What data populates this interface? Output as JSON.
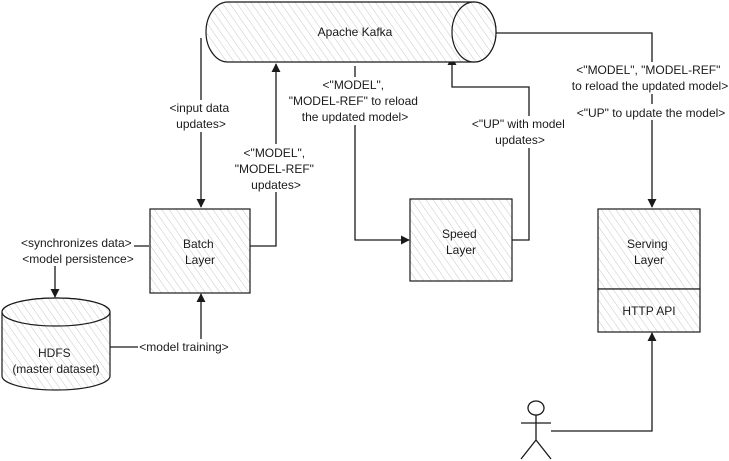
{
  "nodes": {
    "kafka": "Apache Kafka",
    "batch": [
      "Batch",
      "Layer"
    ],
    "speed": [
      "Speed",
      "Layer"
    ],
    "serving": [
      "Serving",
      "Layer"
    ],
    "http_api": "HTTP API",
    "hdfs": [
      "HDFS",
      "(master dataset)"
    ]
  },
  "edge_labels": {
    "input_updates": [
      "<input data",
      "updates>"
    ],
    "batch_model": [
      "<\"MODEL\",",
      "\"MODEL-REF\"",
      "updates>"
    ],
    "kafka_to_speed": [
      "<\"MODEL\",",
      "\"MODEL-REF\" to reload",
      "the updated model>"
    ],
    "speed_up": [
      "<\"UP\" with model",
      "updates>"
    ],
    "serving_model_ref": [
      "<\"MODEL\", \"MODEL-REF\"",
      "to reload the updated model>"
    ],
    "serving_up": [
      "<\"UP\" to update the model>"
    ],
    "sync": [
      "<synchronizes data>",
      "<model persistence>"
    ],
    "training": [
      "<model training>"
    ]
  },
  "colors": {
    "stroke": "#1a1a1a",
    "hatch": "#c8c8c8",
    "background": "#ffffff"
  }
}
